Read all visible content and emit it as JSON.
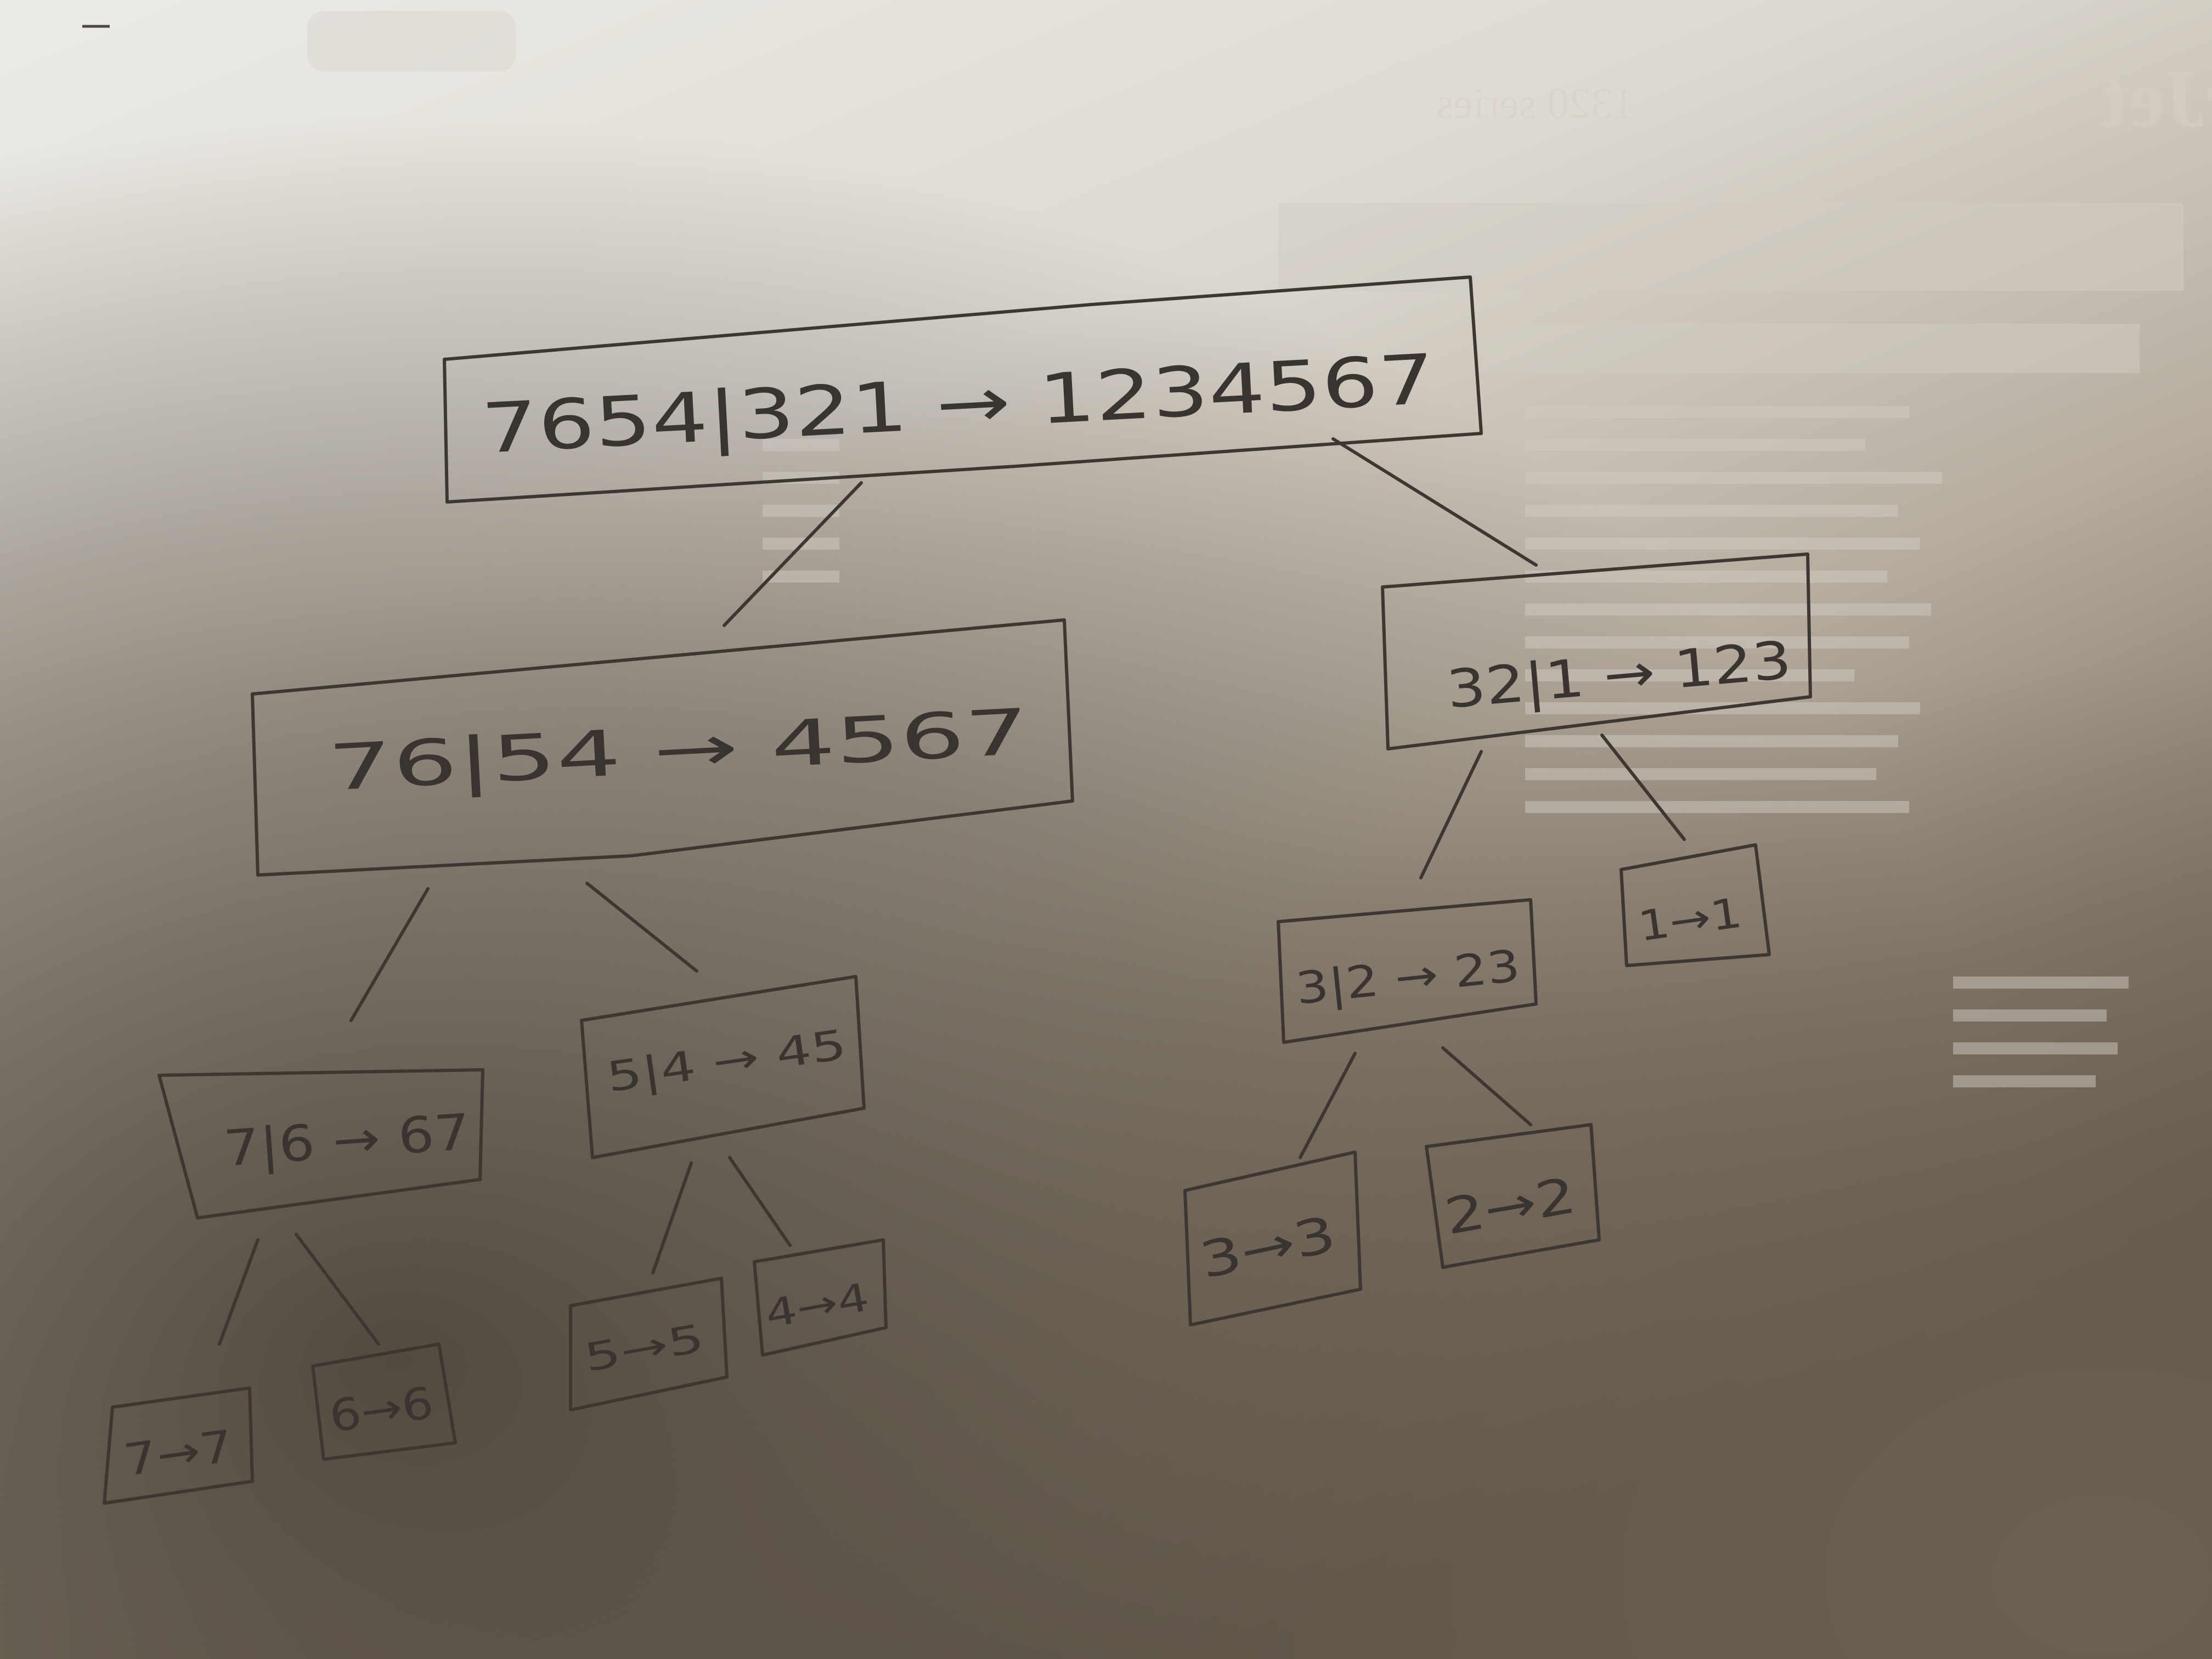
{
  "paper": {
    "show_through_title": "hp LaserJet",
    "show_through_subtitle": "1320 series"
  },
  "tree": {
    "root": {
      "text": "7654|321 → 1234567"
    },
    "left": {
      "text": "76|54 → 4567"
    },
    "right": {
      "text": "32|1 → 123"
    },
    "ll": {
      "text": "7|6 → 67"
    },
    "lr": {
      "text": "5|4 → 45"
    },
    "rl": {
      "text": "3|2 → 23"
    },
    "rr": {
      "text": "1→1"
    },
    "lll": {
      "text": "7→7"
    },
    "llr": {
      "text": "6→6"
    },
    "lrl": {
      "text": "5→5"
    },
    "lrr": {
      "text": "4→4"
    },
    "rll": {
      "text": "3→3"
    },
    "rlr": {
      "text": "2→2"
    }
  },
  "colors": {
    "ink": "#3a3430",
    "paper_light": "#e9e6df",
    "paper_shadow": "#5e5449"
  }
}
